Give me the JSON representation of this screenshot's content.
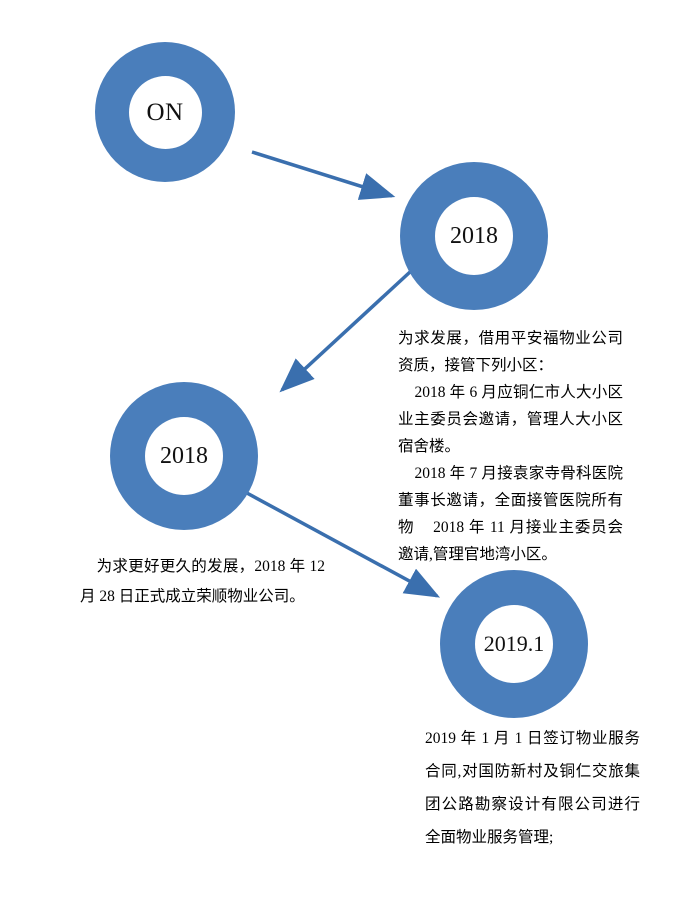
{
  "diagram": {
    "type": "timeline-flow",
    "accent_color": "#4A7EBB",
    "background": "#ffffff",
    "nodes": [
      {
        "id": "node-on",
        "label": "ON"
      },
      {
        "id": "node-2018a",
        "label": "2018"
      },
      {
        "id": "node-2018b",
        "label": "2018"
      },
      {
        "id": "node-2019",
        "label": "2019.1"
      }
    ],
    "arrows": [
      {
        "id": "arrow-1",
        "from": "node-on",
        "to": "node-2018a"
      },
      {
        "id": "arrow-2",
        "from": "node-2018a",
        "to": "node-2018b"
      },
      {
        "id": "arrow-3",
        "from": "node-2018b",
        "to": "node-2019"
      }
    ],
    "captions": [
      {
        "id": "caption-1",
        "text": "为求发展，借用平安福物业公司资质，接管下列小区：\n    2018 年 6 月应铜仁市人大小区业主委员会邀请，管理人大小区宿舍楼。\n    2018 年 7 月接袁家寺骨科医院董事长邀请，全面接管医院所有物    2018 年 11 月接业主委员会邀请,管理官地湾小区。"
      },
      {
        "id": "caption-2",
        "text": "    为求更好更久的发展，2018 年 12 月 28 日正式成立荣顺物业公司。"
      },
      {
        "id": "caption-3",
        "text": "2019 年 1 月 1 日签订物业服务合同,对国防新村及铜仁交旅集团公路勘察设计有限公司进行全面物业服务管理;"
      }
    ]
  }
}
